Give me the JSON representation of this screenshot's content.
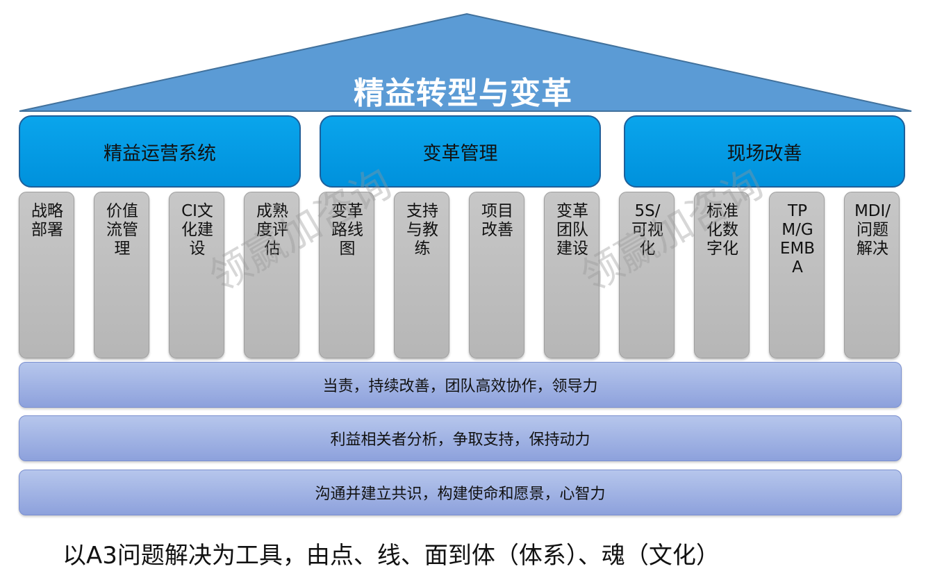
{
  "roof": {
    "title": "精益转型与变革",
    "color": "#5b9bd5"
  },
  "sections": [
    {
      "label": "精益运营系统"
    },
    {
      "label": "变革管理"
    },
    {
      "label": "现场改善"
    }
  ],
  "pillars": [
    "战略部署",
    "价值流管理",
    "CI文化建设",
    "成熟度评估",
    "变革路线图",
    "支持与教练",
    "项目改善",
    "变革团队建设",
    "5S/可视化",
    "标准化数字化",
    "TPM/GEMBA",
    "MDI/问题解决"
  ],
  "foundation": [
    "当责，持续改善，团队高效协作，领导力",
    "利益相关者分析，争取支持，保持动力",
    "沟通并建立共识，构建使命和愿景，心智力"
  ],
  "footer": "以A3问题解决为工具，由点、线、面到体（体系）、魂（文化）",
  "watermark": "领赢加咨询"
}
